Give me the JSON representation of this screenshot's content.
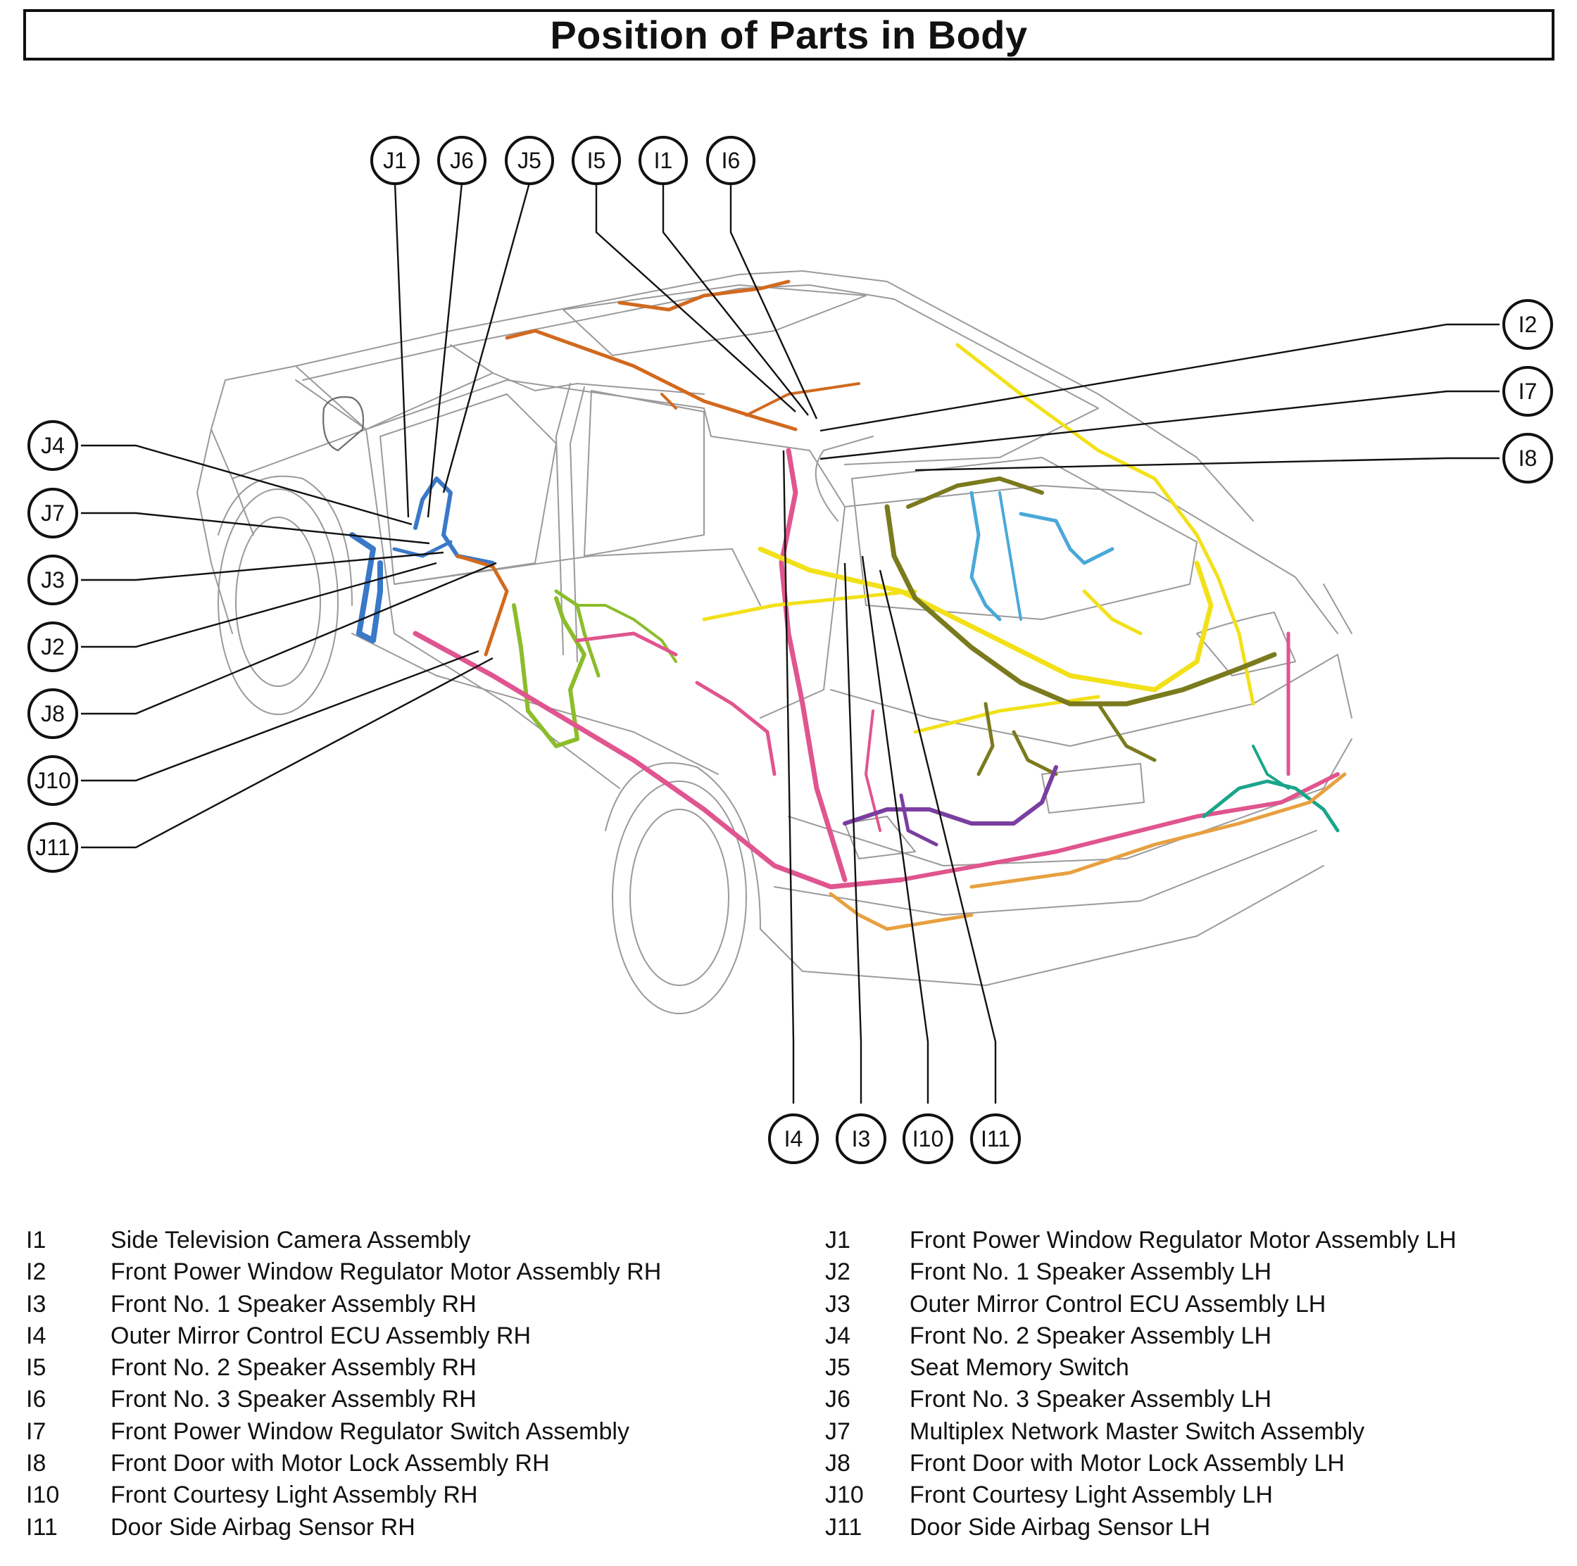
{
  "title": "Position of Parts in Body",
  "callouts_top": [
    "J1",
    "J6",
    "J5",
    "I5",
    "I1",
    "I6"
  ],
  "callouts_left": [
    "J4",
    "J7",
    "J3",
    "J2",
    "J8",
    "J10",
    "J11"
  ],
  "callouts_right": [
    "I2",
    "I7",
    "I8"
  ],
  "callouts_bottom": [
    "I4",
    "I3",
    "I10",
    "I11"
  ],
  "legend_left": [
    {
      "code": "I1",
      "name": "Side Television Camera Assembly"
    },
    {
      "code": "I2",
      "name": "Front Power Window Regulator Motor Assembly RH"
    },
    {
      "code": "I3",
      "name": "Front No. 1 Speaker Assembly RH"
    },
    {
      "code": "I4",
      "name": "Outer Mirror Control ECU Assembly RH"
    },
    {
      "code": "I5",
      "name": "Front No. 2 Speaker Assembly RH"
    },
    {
      "code": "I6",
      "name": "Front No. 3 Speaker Assembly RH"
    },
    {
      "code": "I7",
      "name": "Front Power Window Regulator Switch Assembly"
    },
    {
      "code": "I8",
      "name": "Front Door with Motor Lock Assembly RH"
    },
    {
      "code": "I10",
      "name": "Front Courtesy Light Assembly RH"
    },
    {
      "code": "I11",
      "name": "Door Side Airbag Sensor RH"
    }
  ],
  "legend_right": [
    {
      "code": "J1",
      "name": "Front Power Window Regulator Motor Assembly LH"
    },
    {
      "code": "J2",
      "name": "Front No. 1 Speaker Assembly LH"
    },
    {
      "code": "J3",
      "name": "Outer Mirror Control ECU Assembly LH"
    },
    {
      "code": "J4",
      "name": "Front No. 2 Speaker Assembly LH"
    },
    {
      "code": "J5",
      "name": "Seat Memory Switch"
    },
    {
      "code": "J6",
      "name": "Front No. 3 Speaker Assembly LH"
    },
    {
      "code": "J7",
      "name": "Multiplex Network Master Switch Assembly"
    },
    {
      "code": "J8",
      "name": "Front Door with Motor Lock Assembly LH"
    },
    {
      "code": "J10",
      "name": "Front Courtesy Light Assembly LH"
    },
    {
      "code": "J11",
      "name": "Door Side Airbag Sensor LH"
    }
  ],
  "colors": {
    "outline": "#111111",
    "car_line": "#9a9a9a",
    "harness_blue": "#3a78c8",
    "harness_orange": "#d2691e",
    "harness_pink": "#e0558f",
    "harness_green": "#8bbd2a",
    "harness_yellow": "#f2e11a",
    "harness_olive": "#7a7a1e",
    "harness_cyan": "#4aa8d8",
    "harness_teal": "#1aa58a",
    "harness_purple": "#7a3ea0",
    "harness_amber": "#e8a040"
  }
}
